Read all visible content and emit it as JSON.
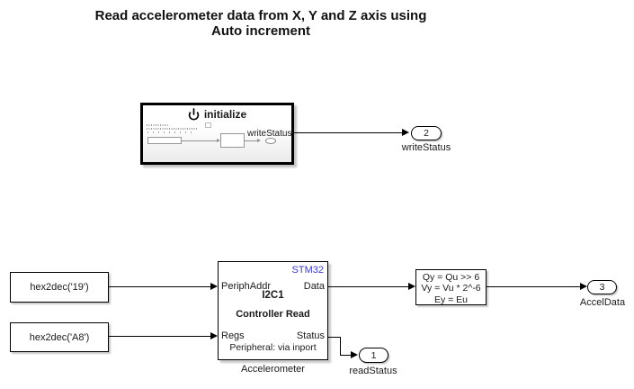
{
  "title": {
    "line1": "Read accelerometer data from X, Y and Z axis using",
    "line2": "Auto increment"
  },
  "colors": {
    "badge_blue": "#3b3bd2"
  },
  "initialize_subsystem": {
    "label": "initialize",
    "preview_port_label": "writeStatus"
  },
  "constant_blocks": [
    {
      "value": "hex2dec('19')"
    },
    {
      "value": "hex2dec('A8')"
    }
  ],
  "i2c_block": {
    "badge": "STM32",
    "input_ports": [
      "PeriphAddr",
      "Regs"
    ],
    "output_ports": [
      "Data",
      "Status"
    ],
    "name": "I2C1",
    "mode": "Controller Read",
    "note": "Peripheral: via inport",
    "caption": "Accelerometer"
  },
  "conversion_block": {
    "line1": "Qy = Qu >> 6",
    "line2": "Vy = Vu * 2^-6",
    "line3": "Ey = Eu"
  },
  "outports": {
    "read_status": {
      "number": "1",
      "label": "readStatus"
    },
    "write_status": {
      "number": "2",
      "label": "writeStatus"
    },
    "accel_data": {
      "number": "3",
      "label": "AccelData"
    }
  }
}
